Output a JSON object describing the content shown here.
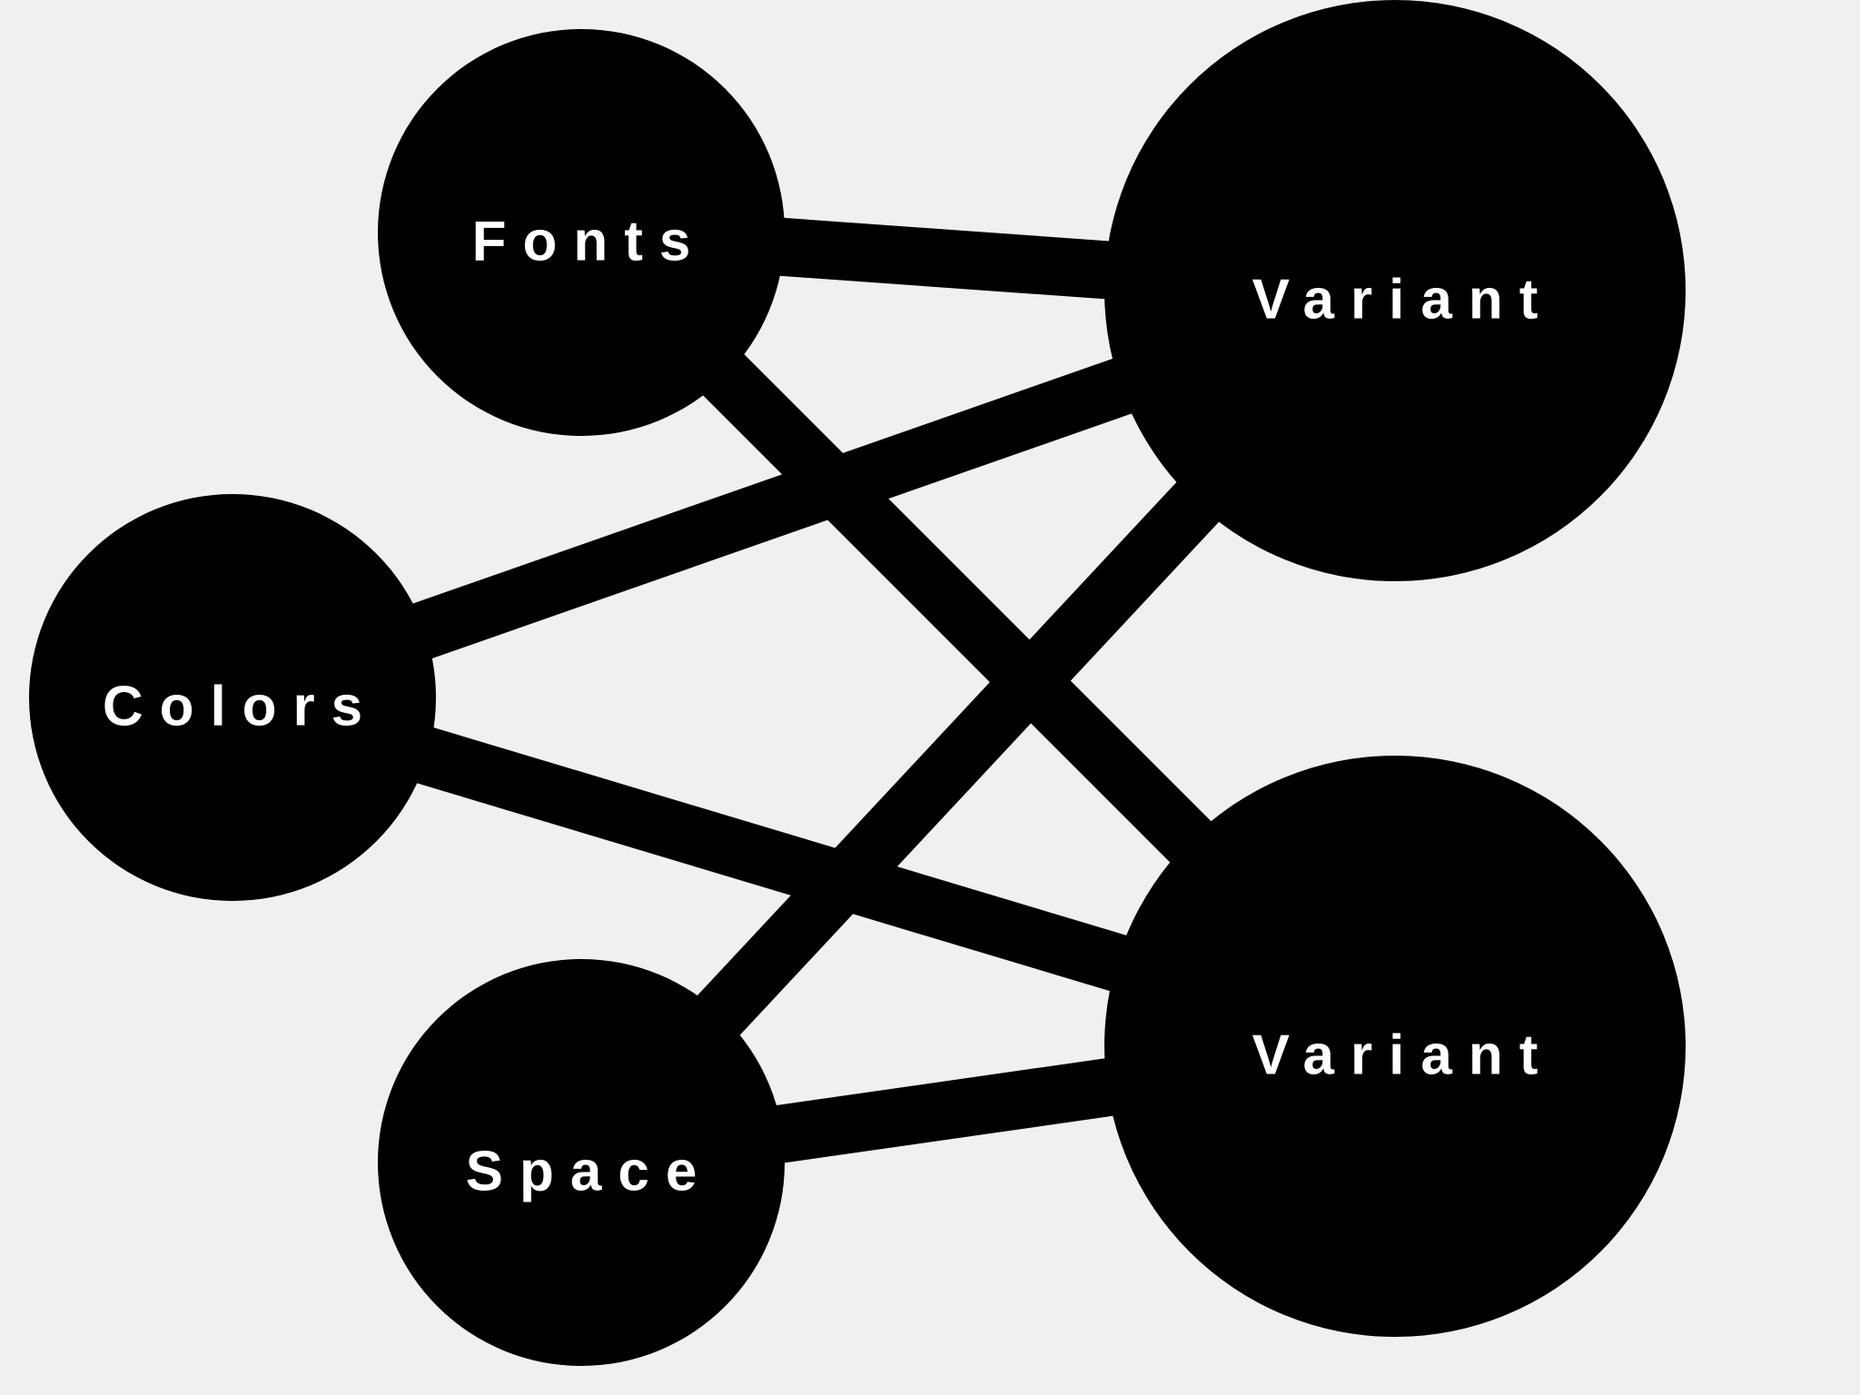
{
  "colors": {
    "background": "#f0f0f0",
    "node_fill": "#000000",
    "edge_stroke": "#000000",
    "label_text": "#ffffff"
  },
  "nodes": [
    {
      "id": "fonts",
      "label": "Fonts"
    },
    {
      "id": "colors",
      "label": "Colors"
    },
    {
      "id": "space",
      "label": "Space"
    },
    {
      "id": "variant-top",
      "label": "Variant"
    },
    {
      "id": "variant-bottom",
      "label": "Variant"
    }
  ],
  "edges": [
    {
      "from": "fonts",
      "to": "variant-top"
    },
    {
      "from": "fonts",
      "to": "variant-bottom"
    },
    {
      "from": "colors",
      "to": "variant-top"
    },
    {
      "from": "colors",
      "to": "variant-bottom"
    },
    {
      "from": "space",
      "to": "variant-top"
    },
    {
      "from": "space",
      "to": "variant-bottom"
    }
  ]
}
